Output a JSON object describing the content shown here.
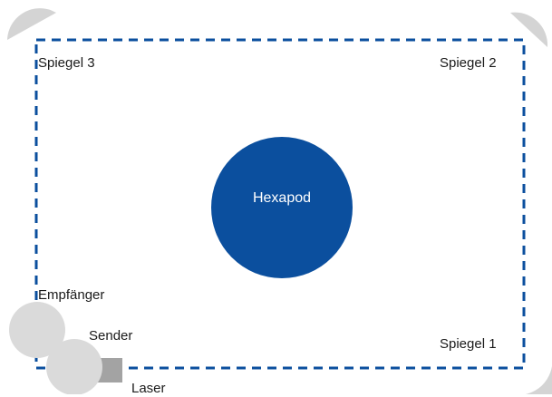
{
  "colors": {
    "frame": "#0b4f9e",
    "hexapod": "#0b4f9e",
    "mirror": "#d4d4d4",
    "device": "#dadada",
    "laser": "#a3a3a3",
    "text": "#1a1a1a",
    "hexapod_text": "#ffffff"
  },
  "labels": {
    "mirror3": "Spiegel 3",
    "mirror2": "Spiegel 2",
    "mirror1": "Spiegel 1",
    "hexapod": "Hexapod",
    "receiver": "Empfänger",
    "sender": "Sender",
    "laser": "Laser"
  }
}
